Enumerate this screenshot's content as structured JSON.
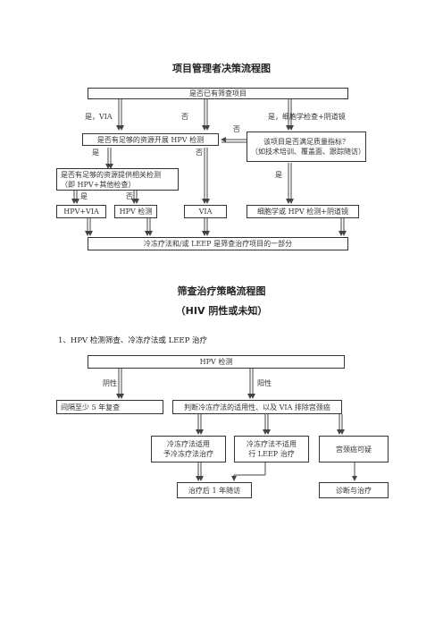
{
  "chart1": {
    "title": "项目管理者决策流程图",
    "box_has_screening": "是否已有筛查项目",
    "label_yes_via": "是，VIA",
    "label_no_top": "否",
    "label_yes_cyto": "是，细胞学检查+阴道镜",
    "label_no_mid": "否",
    "box_hpv_resources": "是否有足够的资源开展 HPV 检测",
    "box_quality_line1": "该项目是否满足质量指标？",
    "box_quality_line2": "（如技术培训、覆盖面、跟踪随访）",
    "label_yes_left": "是",
    "label_no_center": "否",
    "label_yes_right": "是",
    "box_related_line1": "是否有足够的资源提供相关检测",
    "box_related_line2": "（即 HPV+其他检查）",
    "label_yes_small": "是",
    "label_no_small": "否",
    "box_hpv_via": "HPV+VIA",
    "box_hpv_test": "HPV 检测",
    "box_via": "VIA",
    "box_cyto_hpv": "细胞学或 HPV 检测+阴道镜",
    "box_treatment": "冷冻疗法和/或 LEEP 是筛查治疗项目的一部分"
  },
  "chart2": {
    "title": "筛查治疗策略流程图",
    "subtitle": "（HIV 阴性或未知）",
    "section_heading": "1、HPV 检测筛查、冷冻疗法或 LEEP 治疗",
    "box_hpv": "HPV 检测",
    "label_negative": "阴性",
    "label_positive": "阳性",
    "box_recheck": "间隔至少 5 年复查",
    "box_judge": "判断冷冻疗法的适用性、以及 VIA 排除宫颈癌",
    "box_cryo_ok_line1": "冷冻疗法适用",
    "box_cryo_ok_line2": "予冷冻疗法治疗",
    "box_cryo_no_line1": "冷冻疗法不适用",
    "box_cryo_no_line2": "行 LEEP 治疗",
    "box_suspect": "宫颈癌可疑",
    "box_followup": "治疗后 1 年随访",
    "box_diagnosis": "诊断与治疗"
  }
}
